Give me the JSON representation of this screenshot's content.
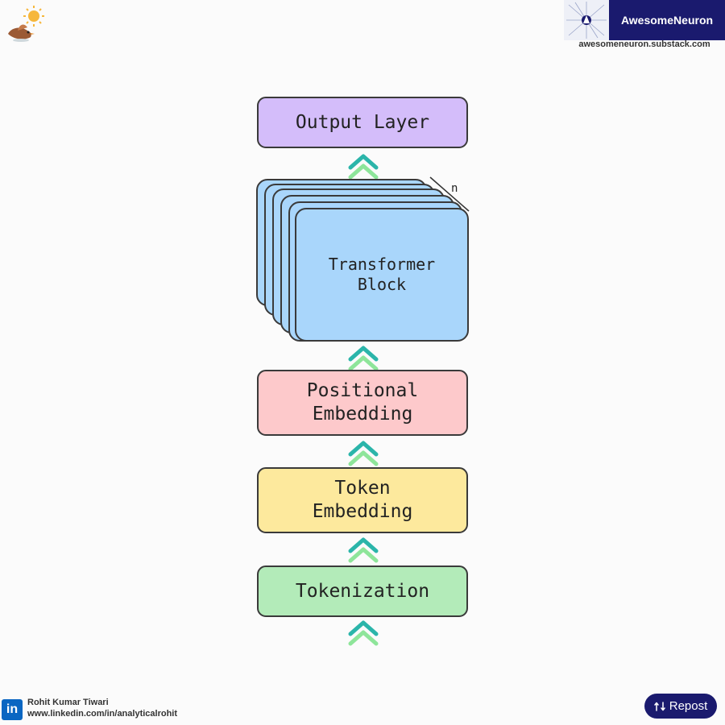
{
  "brand": {
    "name": "AwesomeNeuron",
    "url": "awesomeneuron.substack.com"
  },
  "diagram": {
    "output_layer": [
      "Output Layer"
    ],
    "transformer_block": [
      "Transformer",
      "Block"
    ],
    "repeat_label": "n",
    "positional_embedding": [
      "Positional",
      "Embedding"
    ],
    "token_embedding": [
      "Token",
      "Embedding"
    ],
    "tokenization": [
      "Tokenization"
    ]
  },
  "footer": {
    "author": "Rohit Kumar Tiwari",
    "link": "www.linkedin.com/in/analyticalrohit",
    "linkedin_glyph": "in",
    "repost_icon": "repost-icon",
    "repost_label": "Repost"
  },
  "colors": {
    "output_layer": "#d4bdfa",
    "transformer_block": "#a9d6fb",
    "positional_embedding": "#fdc9cb",
    "token_embedding": "#fde99d",
    "tokenization": "#b3ebb9",
    "arrow_top": "#2bb5aa",
    "arrow_bottom": "#8ee59a",
    "brand": "#1a1a6e"
  }
}
